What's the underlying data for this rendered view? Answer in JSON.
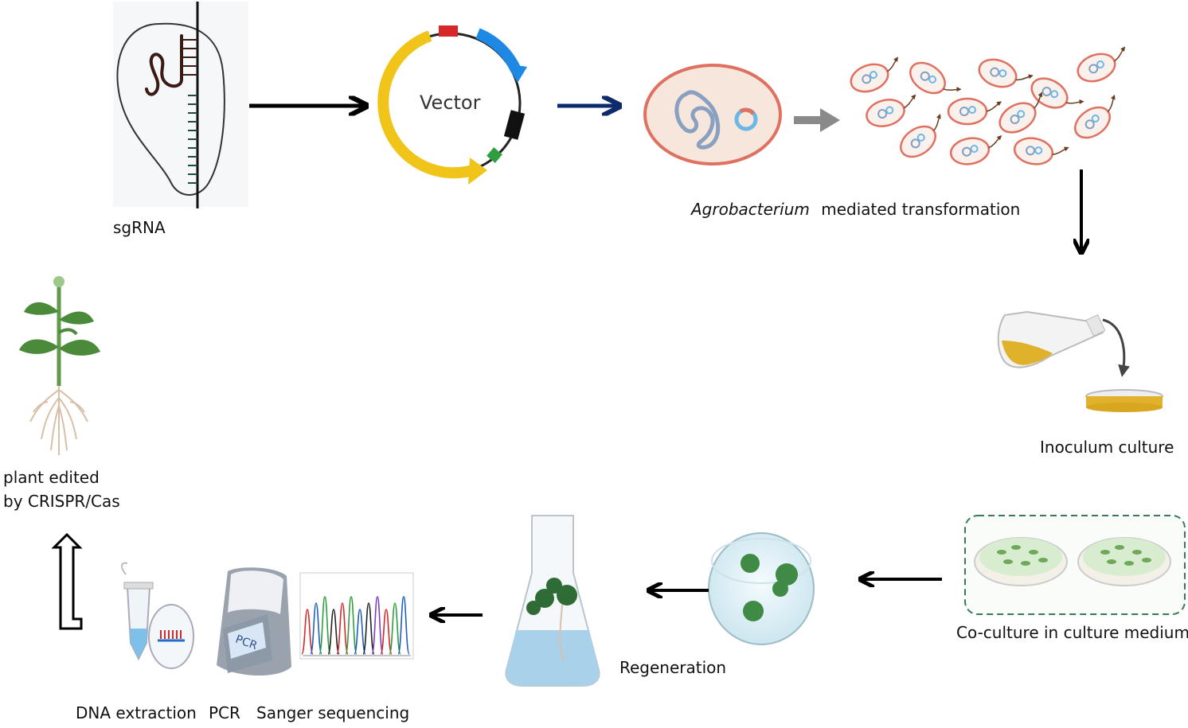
{
  "labels": {
    "sgrna": "sgRNA",
    "vector": "Vector",
    "agro_italic": "Agrobacterium",
    "agro_rest": "mediated transformation",
    "inoculum": "Inoculum culture",
    "coculture": "Co-culture in culture medium",
    "regeneration": "Regeneration",
    "dna_extraction": "DNA extraction",
    "pcr": "PCR",
    "sanger": "Sanger sequencing",
    "plant_line1": "plant edited",
    "plant_line2": "by CRISPR/Cas",
    "pcr_device_text": "PCR"
  },
  "colors": {
    "arrow_black": "#000000",
    "arrow_navy": "#0d2a6b",
    "arrow_gray": "#8a8a8a",
    "vector_yellow": "#f0c419",
    "vector_blue": "#1e88e5",
    "vector_red": "#d62828",
    "vector_green": "#2e9e3e",
    "bacterium_fill": "#f7e6dc",
    "bacterium_edge": "#e07060",
    "plant_green": "#4a8a3a",
    "root": "#d8c0a8",
    "medium_yellow": "#e0b12a",
    "water_blue": "#a9d2ea"
  }
}
